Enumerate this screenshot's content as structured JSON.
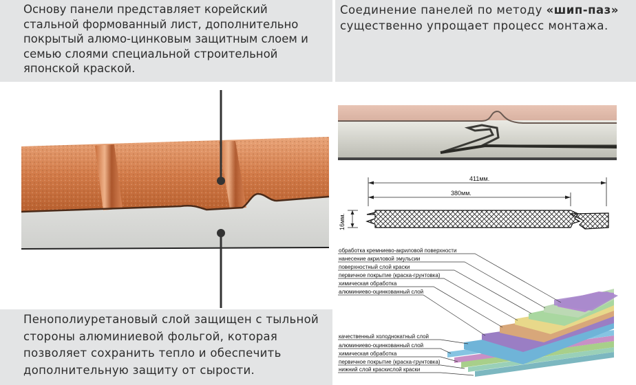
{
  "top_left_text": "Основу панели представляет корейский стальной формованный лист, дополнительно покрытый алюмо-цинковым защитным слоем и семью слоями специальной строительной японской краской.",
  "top_right": {
    "before": "Соединение панелей по методу ",
    "bold": "«шип-паз»",
    "after": " существенно упрощает процесс монтажа."
  },
  "bottom_text": "Пенополиуретановый слой защищен с тыльной стороны алюминиевой фольгой, которая позволяет сохранить тепло и обеспечить дополнительную защиту от сырости.",
  "dimensions": {
    "total_width": "411мм.",
    "visible_width": "380мм.",
    "thickness": "16мм."
  },
  "layers_top": [
    "обработка кремниево-акриловой поверхности",
    "нанесение акриловой эмульсии",
    "поверхностный слой краски",
    "первичное покрытие (краска-грунтовка)",
    "химическая обработка",
    "алюминиево-оцинкованный слой"
  ],
  "layers_bottom": [
    "качественный холоднокатный слой",
    "алюминиево-оцинкованный слой",
    "химическая обработка",
    "первичное покрытие (краска-грунтовка)",
    "нижний слой краскислой краски"
  ]
}
